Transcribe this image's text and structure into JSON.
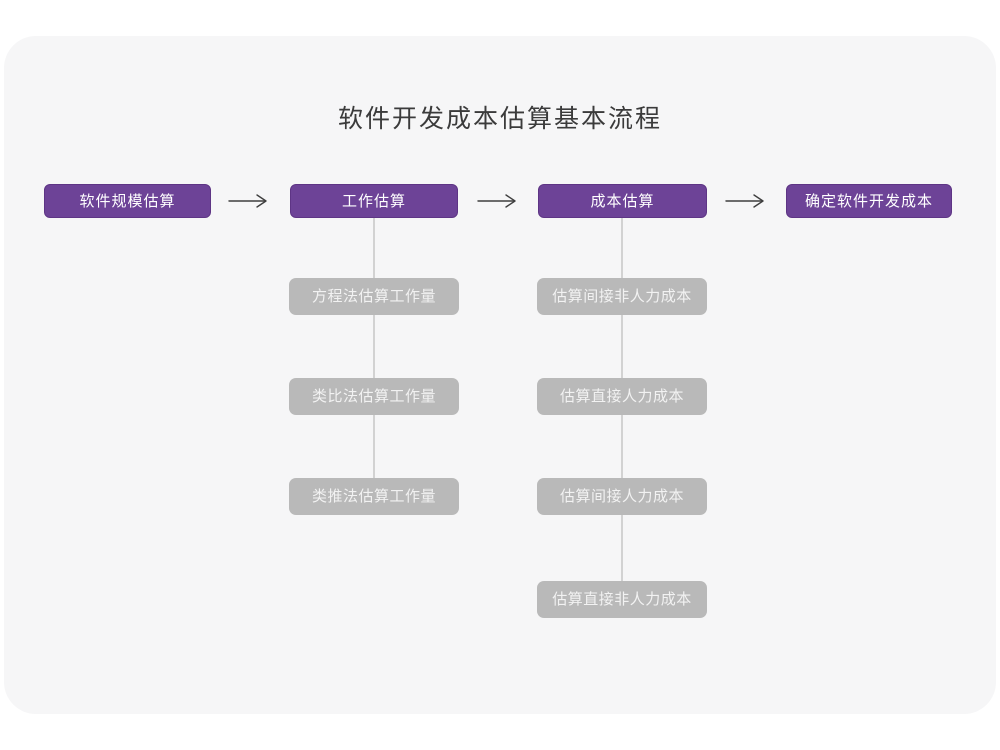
{
  "title": "软件开发成本估算基本流程",
  "flow": {
    "stages": [
      {
        "label": "软件规模估算"
      },
      {
        "label": "工作估算",
        "substeps": [
          "方程法估算工作量",
          "类比法估算工作量",
          "类推法估算工作量"
        ]
      },
      {
        "label": "成本估算",
        "substeps": [
          "估算间接非人力成本",
          "估算直接人力成本",
          "估算间接人力成本",
          "估算直接非人力成本"
        ]
      },
      {
        "label": "确定软件开发成本"
      }
    ]
  },
  "colors": {
    "page_bg": "#ffffff",
    "canvas_bg": "#f6f6f7",
    "stage_fill": "#6d4397",
    "stage_text": "#ffffff",
    "substep_fill": "#b9b9b9",
    "substep_text": "#f2f2f2",
    "connector": "#d2d2d2",
    "arrow": "#3f3f3f",
    "title_text": "#3b3b3b"
  }
}
